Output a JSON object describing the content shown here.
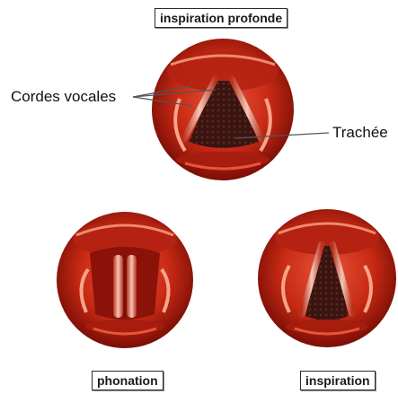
{
  "diagram": {
    "views": [
      {
        "id": "deep-inspiration",
        "label": "inspiration profonde"
      },
      {
        "id": "phonation",
        "label": "phonation"
      },
      {
        "id": "inspiration",
        "label": "inspiration"
      }
    ],
    "callouts": {
      "vocal_cords": "Cordes vocales",
      "trachea": "Trachée"
    },
    "colors": {
      "muscle_dark": "#8a1208",
      "muscle": "#c82a14",
      "muscle_light": "#e8553a",
      "highlight": "#f6a48a",
      "cord_pale": "#f4c7b8",
      "airway": "#3a1410"
    }
  }
}
